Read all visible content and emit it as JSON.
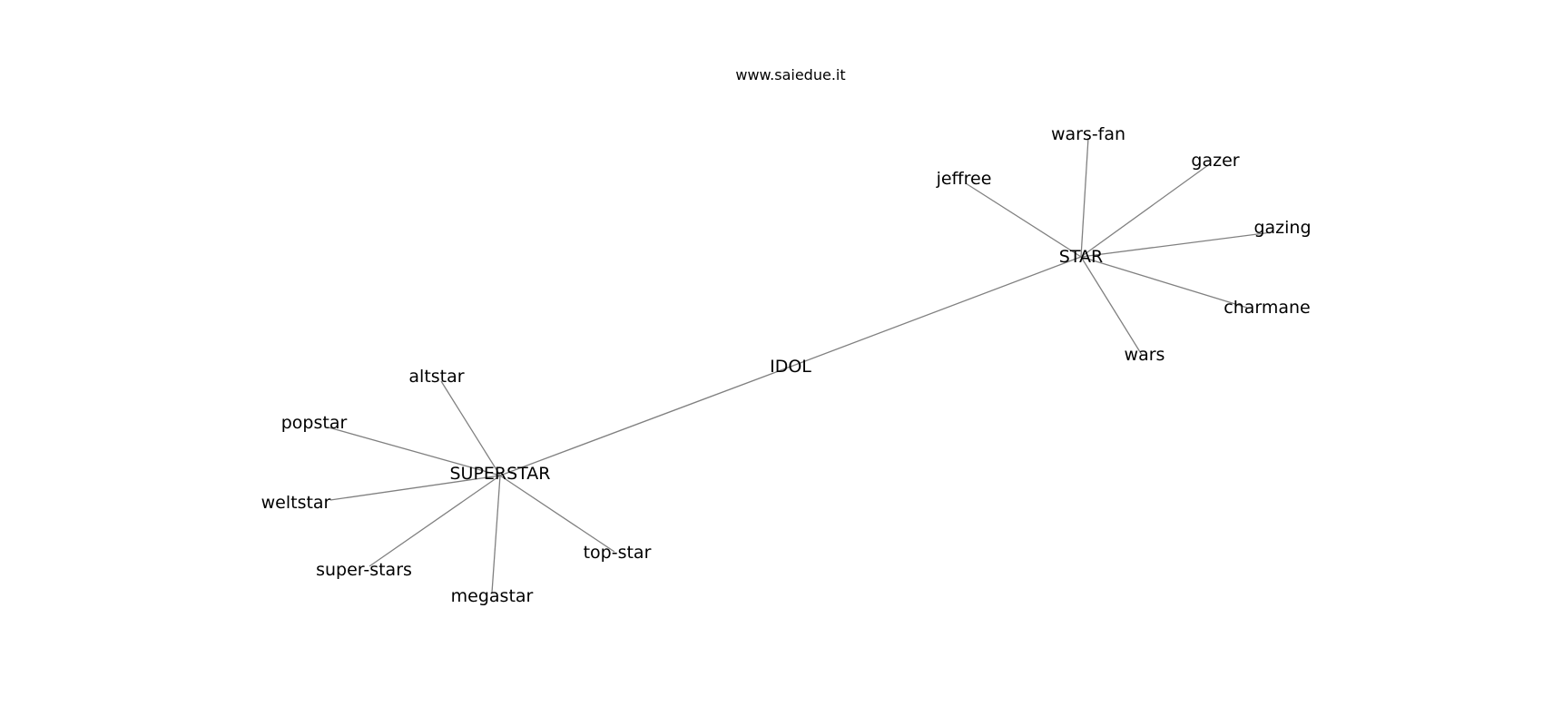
{
  "watermark": "www.saiedue.it",
  "graph": {
    "nodes": [
      {
        "id": "IDOL",
        "label": "IDOL"
      },
      {
        "id": "STAR",
        "label": "STAR"
      },
      {
        "id": "SUPERSTAR",
        "label": "SUPERSTAR"
      },
      {
        "id": "wars-fan",
        "label": "wars-fan"
      },
      {
        "id": "gazer",
        "label": "gazer"
      },
      {
        "id": "jeffree",
        "label": "jeffree"
      },
      {
        "id": "gazing",
        "label": "gazing"
      },
      {
        "id": "charmane",
        "label": "charmane"
      },
      {
        "id": "wars",
        "label": "wars"
      },
      {
        "id": "altstar",
        "label": "altstar"
      },
      {
        "id": "popstar",
        "label": "popstar"
      },
      {
        "id": "weltstar",
        "label": "weltstar"
      },
      {
        "id": "super-stars",
        "label": "super-stars"
      },
      {
        "id": "megastar",
        "label": "megastar"
      },
      {
        "id": "top-star",
        "label": "top-star"
      }
    ],
    "edges": [
      [
        "IDOL",
        "STAR"
      ],
      [
        "IDOL",
        "SUPERSTAR"
      ],
      [
        "STAR",
        "wars-fan"
      ],
      [
        "STAR",
        "gazer"
      ],
      [
        "STAR",
        "jeffree"
      ],
      [
        "STAR",
        "gazing"
      ],
      [
        "STAR",
        "charmane"
      ],
      [
        "STAR",
        "wars"
      ],
      [
        "SUPERSTAR",
        "altstar"
      ],
      [
        "SUPERSTAR",
        "popstar"
      ],
      [
        "SUPERSTAR",
        "weltstar"
      ],
      [
        "SUPERSTAR",
        "super-stars"
      ],
      [
        "SUPERSTAR",
        "megastar"
      ],
      [
        "SUPERSTAR",
        "top-star"
      ]
    ]
  }
}
